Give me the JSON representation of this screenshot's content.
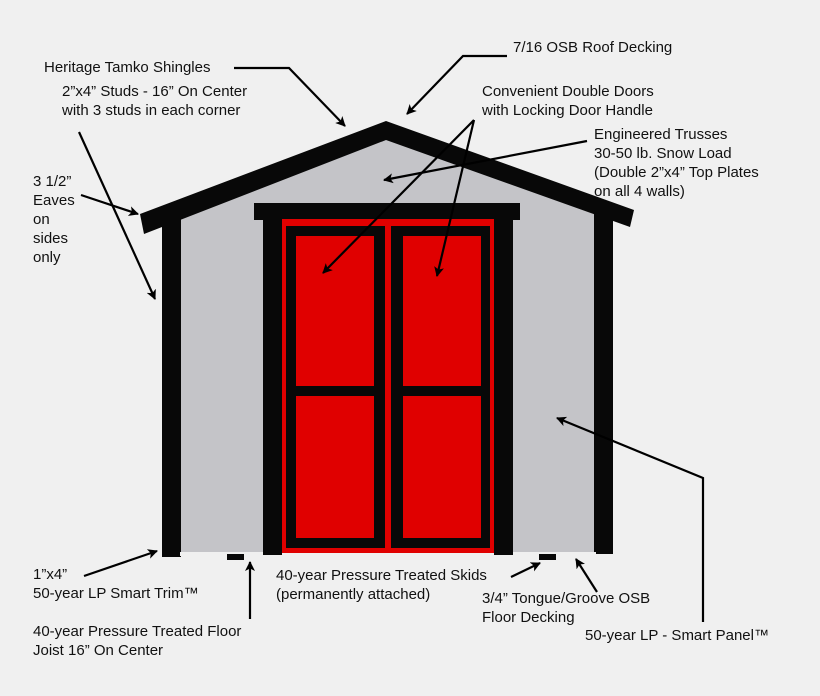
{
  "colors": {
    "background": "#f0f0f0",
    "wall": "#c4c4c8",
    "trim": "#080808",
    "door": "#e00000",
    "arrow": "#000000",
    "text": "#111111"
  },
  "labels": {
    "shingles": "Heritage Tamko Shingles",
    "roof_decking": "7/16 OSB Roof Decking",
    "studs": "2”x4” Studs - 16” On Center\nwith 3 studs in each corner",
    "double_doors": "Convenient Double Doors\nwith Locking Door Handle",
    "trusses": "Engineered Trusses\n30-50 lb. Snow Load\n(Double 2”x4” Top Plates\non all 4 walls)",
    "eaves": "3 1/2”\nEaves\non\nsides\nonly",
    "smart_trim": "1”x4”\n50-year LP Smart Trim™",
    "floor_joist": "40-year Pressure Treated Floor\nJoist 16” On Center",
    "skids": "40-year Pressure Treated Skids\n(permanently attached)",
    "floor_decking": "3/4” Tongue/Groove OSB\nFloor Decking",
    "smart_panel": "50-year LP - Smart Panel™"
  }
}
